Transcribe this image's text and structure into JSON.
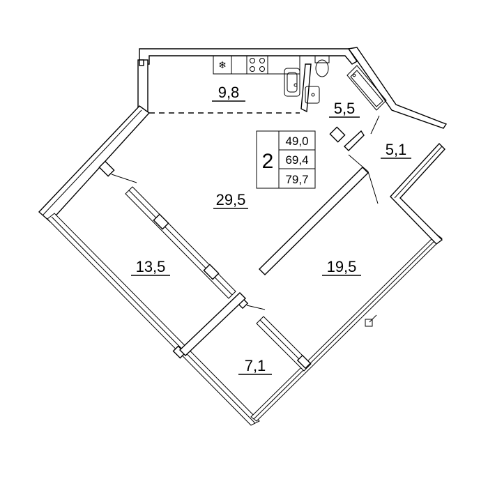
{
  "plan": {
    "rooms_count": "2",
    "living_area": "49,0",
    "total_area": "69,4",
    "area_with_balcony": "79,7",
    "rooms": {
      "kitchen": "9,8",
      "bathroom": "5,5",
      "hall": "5,1",
      "living": "29,5",
      "bedroom_left": "13,5",
      "bedroom_right": "19,5",
      "balcony": "7,1"
    }
  }
}
